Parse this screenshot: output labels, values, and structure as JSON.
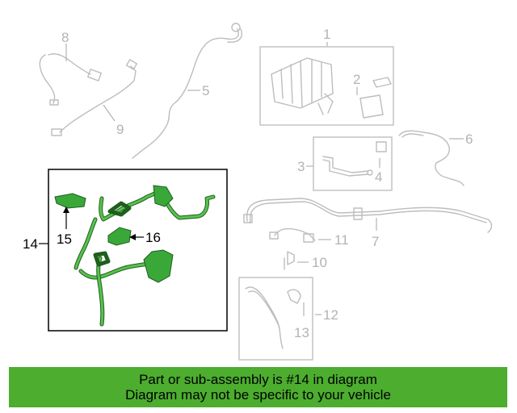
{
  "callouts": {
    "c1": "1",
    "c2": "2",
    "c3": "3",
    "c4": "4",
    "c5": "5",
    "c6": "6",
    "c7": "7",
    "c8": "8",
    "c9": "9",
    "c10": "10",
    "c11": "11",
    "c12": "12",
    "c13": "13",
    "c14": "14",
    "c15": "15",
    "c16": "16"
  },
  "highlight_part": "14",
  "colors": {
    "highlight_green": "#3aa839",
    "banner_green": "#4cad2f",
    "muted_part": "#bdbdbd"
  },
  "banner": {
    "line1": "Part or sub-assembly is #14 in diagram",
    "line2": "Diagram may not be specific to your vehicle"
  }
}
